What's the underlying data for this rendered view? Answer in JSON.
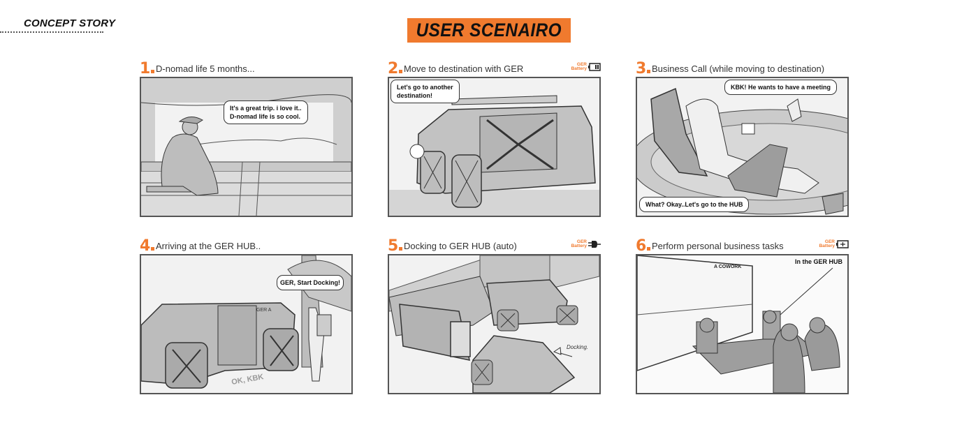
{
  "header": {
    "section_label": "CONCEPT STORY",
    "title": "USER SCENAIRO",
    "accent_color": "#f07a2e"
  },
  "panels": [
    {
      "number": "1",
      "caption": "D-nomad life 5 months...",
      "battery": null,
      "speech": [
        "It's a great trip. i love it..",
        "D-nomad life is so cool."
      ]
    },
    {
      "number": "2",
      "caption": "Move to destination with GER",
      "battery": {
        "label_top": "GER",
        "label_bottom": "Battery",
        "icon": "battery-half-icon"
      },
      "speech": [
        "Let's go to another",
        "destination!"
      ]
    },
    {
      "number": "3",
      "caption": "Business Call (while moving to destination)",
      "battery": null,
      "speech": [
        "KBK! He wants to have a meeting"
      ],
      "speech2": [
        "What? Okay..Let's go to the HUB"
      ]
    },
    {
      "number": "4",
      "caption": "Arriving at the GER HUB..",
      "battery": null,
      "speech": [
        "GER, Start Docking!"
      ],
      "vehicle_label": "GER A",
      "ground_text": "OK, KBK"
    },
    {
      "number": "5",
      "caption": "Docking to GER HUB (auto)",
      "battery": {
        "label_top": "GER",
        "label_bottom": "Battery",
        "icon": "plug-icon"
      },
      "annotation": "Docking."
    },
    {
      "number": "6",
      "caption": "Perform personal business tasks",
      "battery": {
        "label_top": "GER",
        "label_bottom": "Battery",
        "icon": "battery-charging-icon"
      },
      "label": "In the GER HUB",
      "sign": "A COWORK"
    }
  ]
}
